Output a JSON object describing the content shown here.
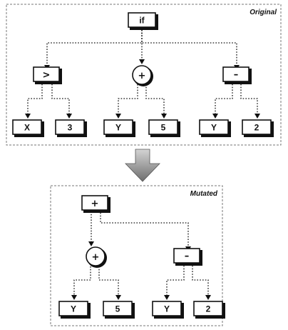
{
  "original": {
    "title": "Original",
    "nodes": {
      "root": "if",
      "gt": ">",
      "plus": "+",
      "minus": "–",
      "x": "X",
      "three": "3",
      "y1": "Y",
      "five": "5",
      "y2": "Y",
      "two": "2"
    }
  },
  "mutated": {
    "title": "Mutated",
    "nodes": {
      "root": "+",
      "plus": "+",
      "minus": "–",
      "y1": "Y",
      "five": "5",
      "y2": "Y",
      "two": "2"
    }
  },
  "colors": {
    "arrow_light": "#d4d4d4",
    "arrow_dark": "#6e6e6e"
  }
}
